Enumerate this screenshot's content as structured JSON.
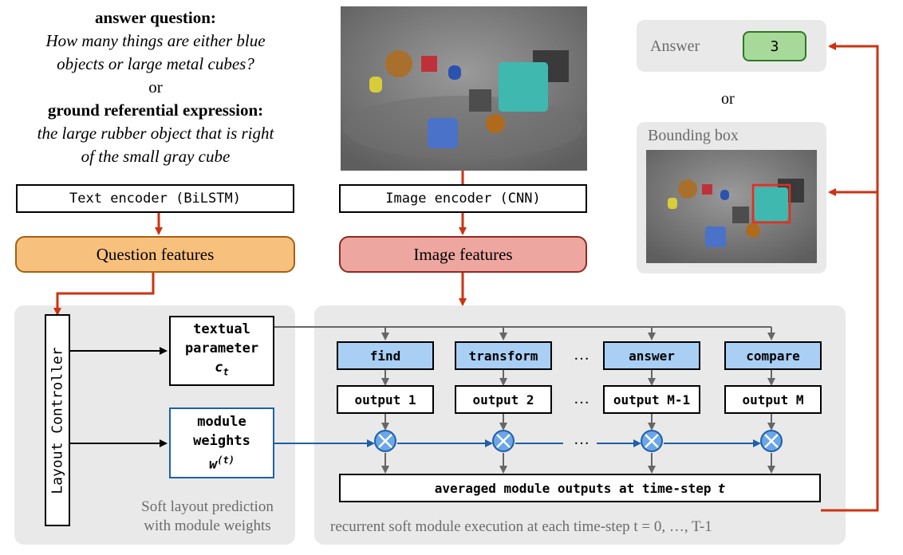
{
  "query": {
    "answer_heading": "answer question:",
    "answer_text_1": "How many things are either blue",
    "answer_text_2": "objects or large metal cubes?",
    "or": "or",
    "ground_heading": "ground referential expression:",
    "ground_text_1": "the large rubber object that is right",
    "ground_text_2": "of the small gray cube"
  },
  "encoders": {
    "text": "Text encoder (BiLSTM)",
    "image": "Image encoder (CNN)"
  },
  "features": {
    "question": "Question features",
    "image": "Image features"
  },
  "controller": {
    "label": "Layout Controller",
    "textual_param_1": "textual",
    "textual_param_2": "parameter",
    "textual_param_sym": "c",
    "textual_param_sub": "t",
    "module_weights_1": "module",
    "module_weights_2": "weights",
    "module_weights_sym": "w",
    "module_weights_sup": "(t)",
    "caption_1": "Soft layout prediction",
    "caption_2": "with module weights"
  },
  "execution": {
    "modules": [
      "find",
      "transform",
      "answer",
      "compare"
    ],
    "outputs": [
      "output 1",
      "output 2",
      "output M-1",
      "output M"
    ],
    "ellipsis": "…",
    "averaged": "averaged module outputs at time-step",
    "averaged_var": "t",
    "caption": "recurrent soft module execution at each time-step t = 0, …, T-1"
  },
  "results": {
    "answer_label": "Answer",
    "answer_value": "3",
    "or": "or",
    "bbox_label": "Bounding box"
  },
  "colors": {
    "arrow_red": "#cc3311",
    "blue_line": "#1f5fa8",
    "question_fill": "#f7c07d",
    "image_fill": "#eda6a0",
    "module_fill": "#a9cff5",
    "answer_fill": "#a6d99a",
    "panel": "#e9e9e9"
  }
}
